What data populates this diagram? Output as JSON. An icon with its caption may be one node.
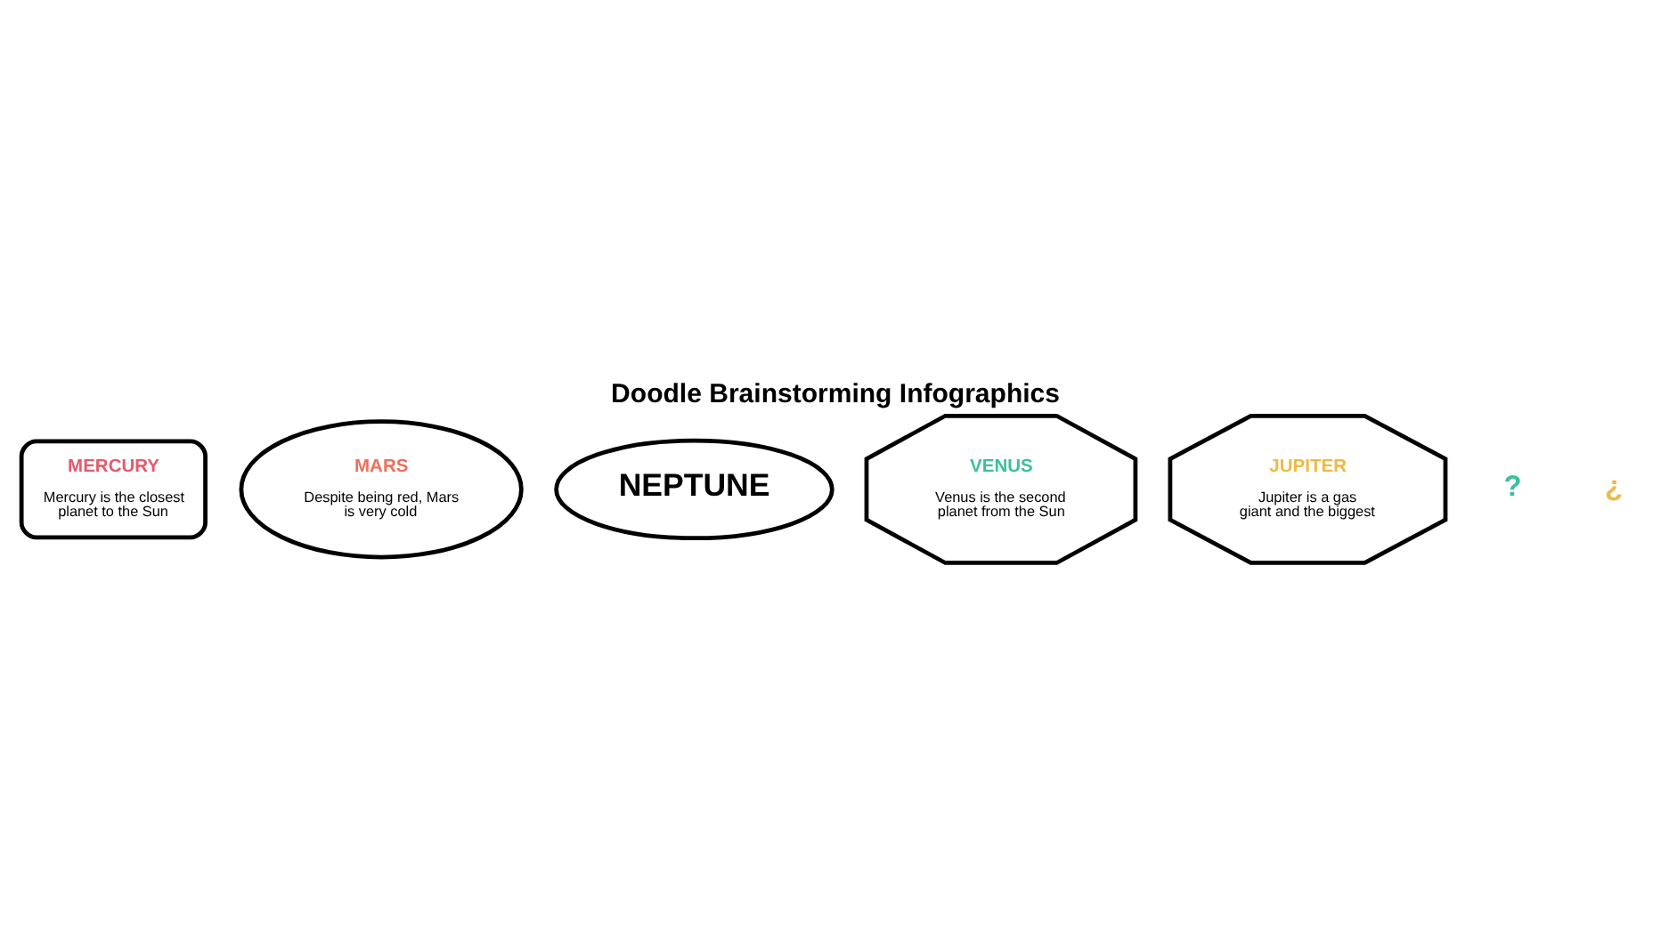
{
  "diagram": {
    "title": "Doodle Brainstorming Infographics",
    "nodes": [
      {
        "text": [
          "MERCURY",
          "Mercury is the closest planet to the Sun"
        ]
      },
      {
        "text": [
          "MARS",
          "Despite being red, Mars is very cold"
        ]
      },
      {
        "text": [
          "NEPTUNE"
        ]
      },
      {
        "text": [
          "VENUS",
          "Venus is the second planet from the Sun"
        ]
      },
      {
        "text": [
          "JUPITER",
          "Jupiter is a gas giant and the biggest"
        ]
      }
    ],
    "labels": [
      "?",
      "¿"
    ]
  }
}
